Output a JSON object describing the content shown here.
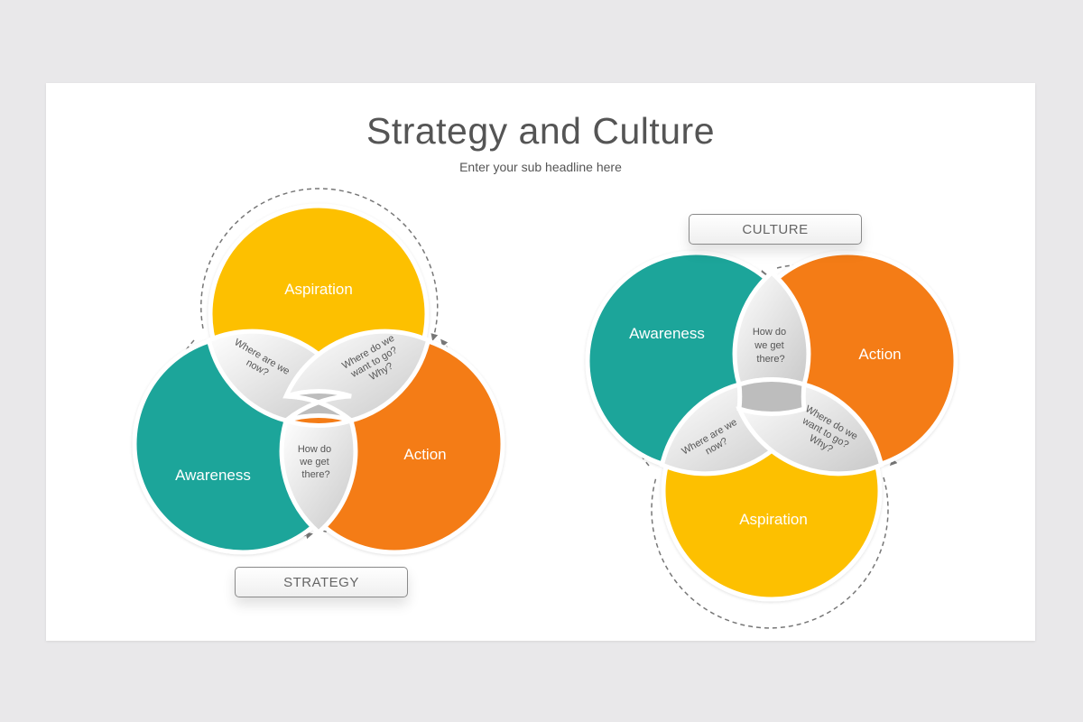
{
  "header": {
    "title": "Strategy and Culture",
    "subtitle": "Enter your sub headline here"
  },
  "colors": {
    "aspiration": "#fdc000",
    "awareness": "#1ca59a",
    "action": "#f47c14",
    "petal_light": "#ffffff",
    "petal_dark": "#c8c8c8",
    "center": "#bcbcbc"
  },
  "strategy": {
    "box_label": "STRATEGY",
    "aspiration": "Aspiration",
    "awareness": "Awareness",
    "action": "Action",
    "q_where_now": [
      "Where are we",
      "now?"
    ],
    "q_where_go": [
      "Where do we",
      "want to go?",
      "Why?"
    ],
    "q_how": [
      "How do",
      "we get",
      "there?"
    ]
  },
  "culture": {
    "box_label": "CULTURE",
    "awareness": "Awareness",
    "action": "Action",
    "aspiration": "Aspiration",
    "q_how": [
      "How do",
      "we get",
      "there?"
    ],
    "q_where_now": [
      "Where are we",
      "now?"
    ],
    "q_where_go": [
      "Where do we",
      "want to go?",
      "Why?"
    ]
  }
}
